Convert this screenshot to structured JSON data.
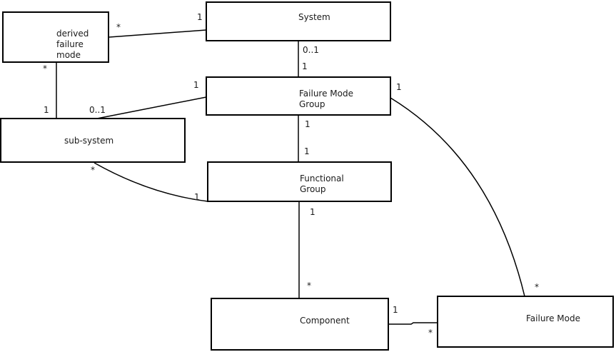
{
  "colors": {
    "background": "#ffffff",
    "line": "#000000",
    "text": "#1a1a1a"
  },
  "diagram": {
    "type": "class-association-diagram",
    "nodes": [
      {
        "label": "derived\nfailure\nmode"
      },
      {
        "label": "System"
      },
      {
        "label": "Failure Mode\nGroup"
      },
      {
        "label": "sub-system"
      },
      {
        "label": "Functional\nGroup"
      },
      {
        "label": "Component"
      },
      {
        "label": "Failure Mode"
      }
    ],
    "multiplicities": [
      {
        "label": "*"
      },
      {
        "label": "1"
      },
      {
        "label": "*"
      },
      {
        "label": "1"
      },
      {
        "label": "0..1"
      },
      {
        "label": "1"
      },
      {
        "label": "0..1"
      },
      {
        "label": "1"
      },
      {
        "label": "1"
      },
      {
        "label": "1"
      },
      {
        "label": "1"
      },
      {
        "label": "*"
      },
      {
        "label": "1"
      },
      {
        "label": "1"
      },
      {
        "label": "*"
      },
      {
        "label": "1"
      },
      {
        "label": "*"
      },
      {
        "label": "*"
      }
    ]
  }
}
